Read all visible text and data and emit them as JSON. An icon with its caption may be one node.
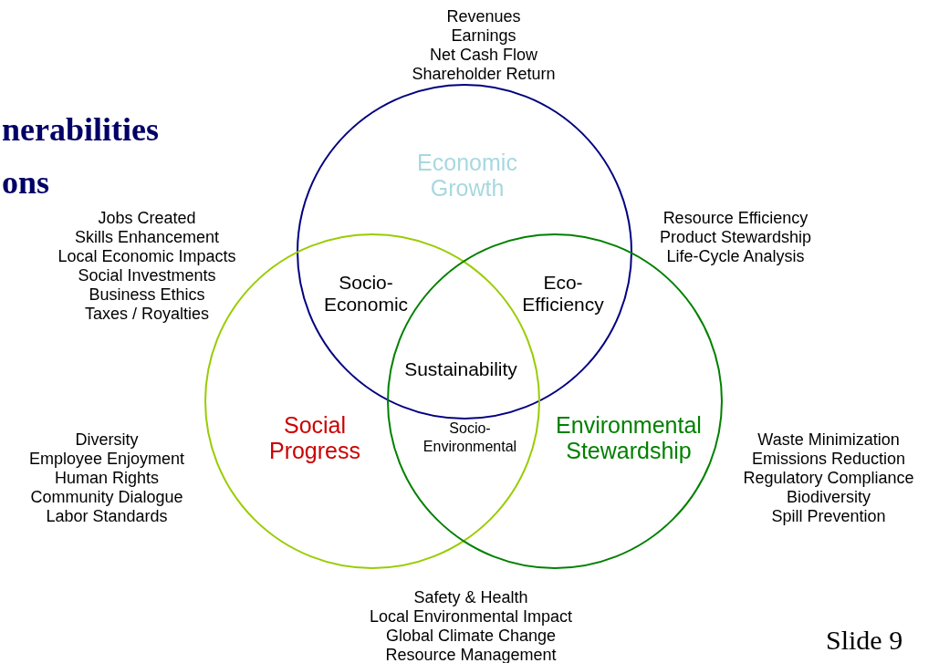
{
  "diagram": {
    "nodes": [
      {
        "text": [
          "Economic Growth"
        ]
      },
      {
        "text": [
          "Social Progress"
        ]
      },
      {
        "text": [
          "Environmental Stewardship"
        ]
      }
    ],
    "labels": [
      "nerabilities",
      "ons",
      "Revenues",
      "Earnings",
      "Net Cash Flow",
      "Shareholder Return",
      "Jobs Created",
      "Skills Enhancement",
      "Local Economic Impacts",
      "Social Investments",
      "Business Ethics",
      "Taxes / Royalties",
      "Resource Efficiency",
      "Product Stewardship",
      "Life-Cycle Analysis",
      "Socio-Economic",
      "Eco-Efficiency",
      "Sustainability",
      "Socio-Environmental",
      "Diversity",
      "Employee Enjoyment",
      "Human Rights",
      "Community Dialogue",
      "Labor Standards",
      "Waste Minimization",
      "Emissions Reduction",
      "Regulatory Compliance",
      "Biodiversity",
      "Spill Prevention",
      "Safety & Health",
      "Local Environmental Impact",
      "Global Climate Change",
      "Resource Management",
      "Slide 9"
    ]
  }
}
